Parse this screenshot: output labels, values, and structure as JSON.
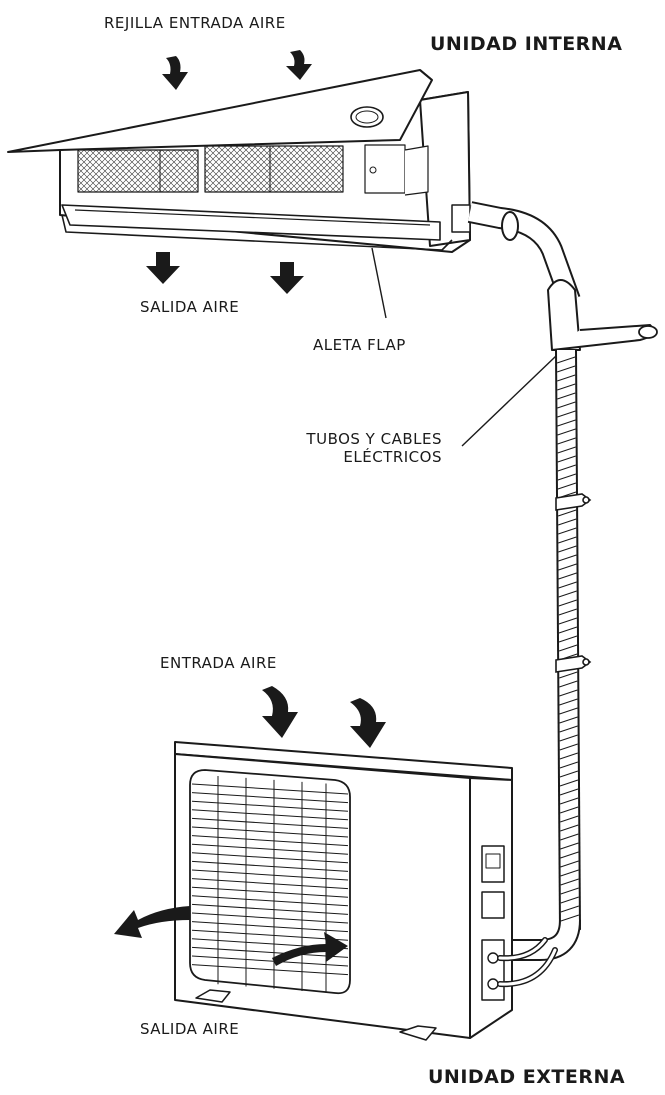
{
  "labels": {
    "rejilla_entrada_aire": "REJILLA ENTRADA AIRE",
    "unidad_interna": "UNIDAD INTERNA",
    "salida_aire_interna": "SALIDA AIRE",
    "aleta_flap": "ALETA FLAP",
    "tubos_y_cables_line1": "TUBOS Y CABLES",
    "tubos_y_cables_line2": "ELÉCTRICOS",
    "entrada_aire": "ENTRADA AIRE",
    "salida_aire_externa": "SALIDA AIRE",
    "unidad_externa": "UNIDAD EXTERNA"
  },
  "colors": {
    "ink": "#1a1a1a",
    "background": "#ffffff"
  }
}
